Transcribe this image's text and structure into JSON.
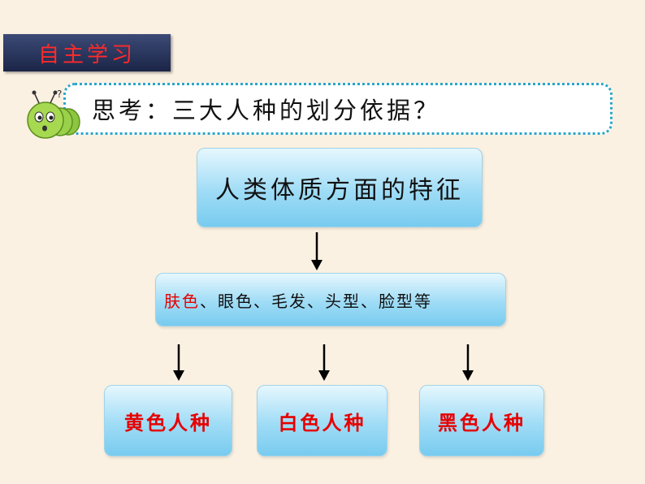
{
  "section_tag": "自主学习",
  "question": "思考：三大人种的划分依据？",
  "main_box": "人类体质方面的特征",
  "traits": {
    "highlight": "肤色",
    "rest": "、眼色、毛发、头型、脸型等"
  },
  "races": [
    "黄色人种",
    "白色人种",
    "黑色人种"
  ],
  "colors": {
    "background": "#fbf1e2",
    "tag_bg": "#2a365e",
    "red_text": "#e60000",
    "box_blue": "#9fdcf6",
    "dotted_border": "#2aa6c9"
  }
}
